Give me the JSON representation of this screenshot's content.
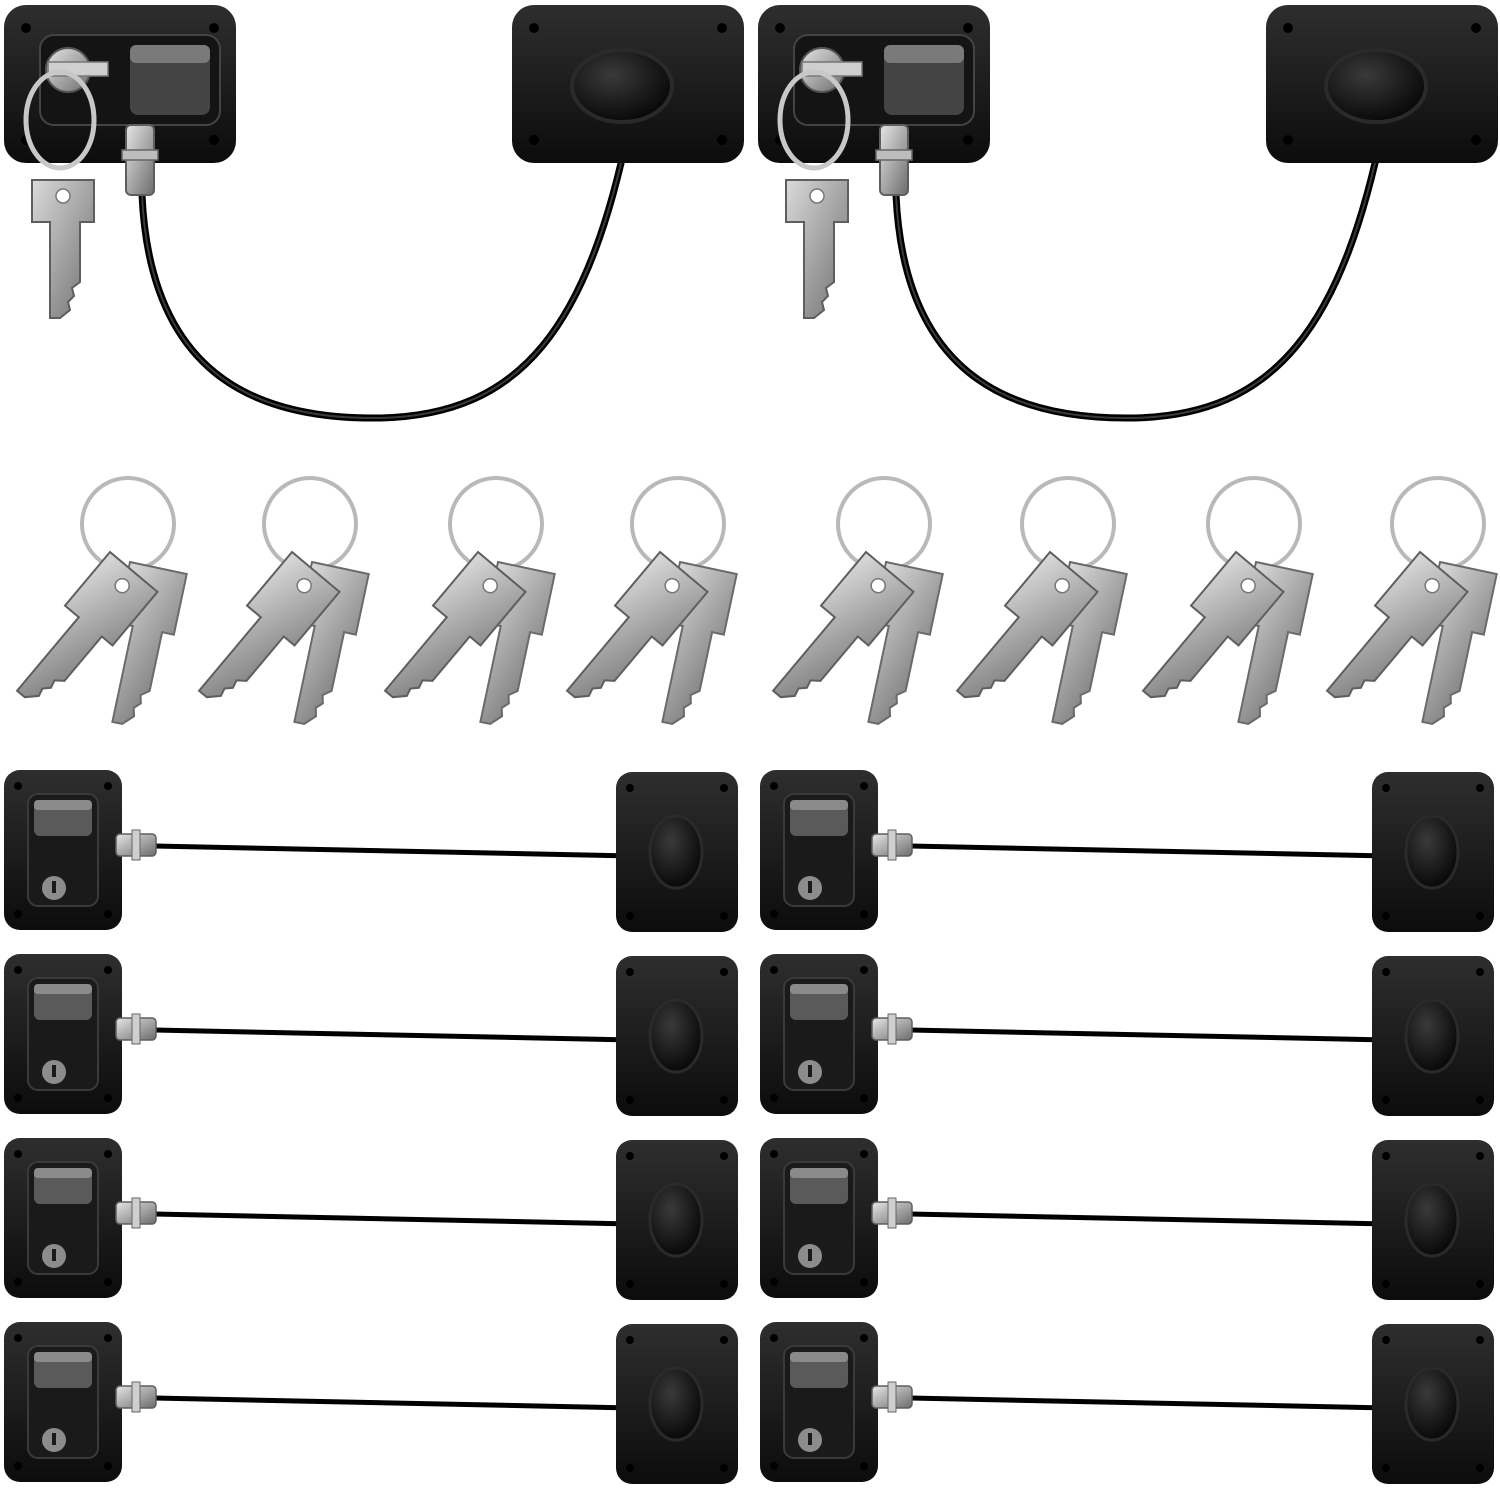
{
  "scene": {
    "background": "#ffffff",
    "subject": "fridge-cable-lock-set",
    "counts": {
      "large_locks_with_keys": 2,
      "key_pairs": 8,
      "small_locks": 8
    },
    "colors": {
      "plate_dark": "#111111",
      "plate_mid": "#2c2c2c",
      "cable": "#0a0a0a",
      "metal_light": "#d9d9d9",
      "metal_mid": "#a7a7a7",
      "metal_dark": "#6f6f6f",
      "ring": "#b9b9b9"
    },
    "icons": [
      "lock-plate-icon",
      "receiver-plate-icon",
      "key-icon",
      "key-ring-icon",
      "keyhole-icon",
      "cable-icon"
    ]
  }
}
